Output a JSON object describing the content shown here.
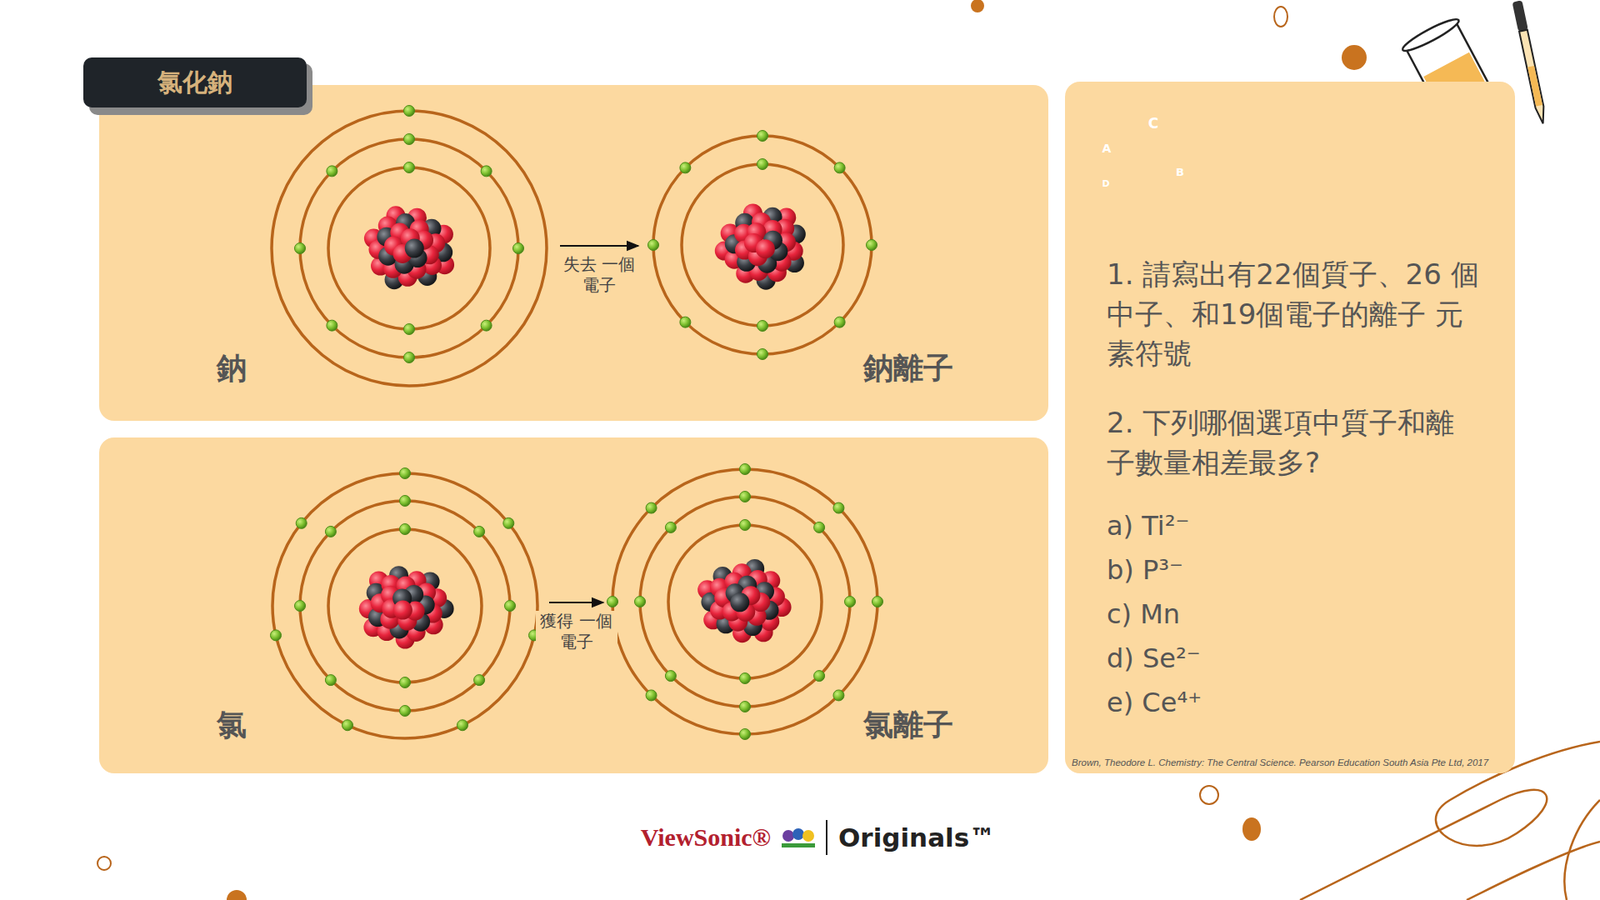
{
  "diagram": {
    "nodes": [
      {
        "text": [
          "氯化鈉"
        ]
      },
      {
        "text": [
          "鈉"
        ]
      },
      {
        "text": [
          "鈉離子"
        ]
      },
      {
        "text": [
          "氯"
        ]
      },
      {
        "text": [
          "氯離子"
        ]
      },
      {
        "text": [
          "1. 請寫出有22個質子、26 個中子、和19個電子的離子 元素符號",
          "2. 下列哪個選項中質子和離 子數量相差最多?",
          "a) Ti²⁻",
          "b) P³⁻",
          "c) Mn",
          "d) Se²⁻",
          "e) Ce⁴⁺"
        ]
      }
    ],
    "edges": [
      {
        "from": 1,
        "to": 2,
        "arrow": "to",
        "label": "失去 一個電子"
      },
      {
        "from": 3,
        "to": 4,
        "arrow": "to",
        "label": "獲得 一個電子"
      }
    ],
    "labels": [
      "C",
      "A",
      "B",
      "D",
      "Brown, Theodore L. Chemistry: The Central Science. Pearson Education South Asia Pte Ltd, 2017",
      "ViewSonic®",
      "Originals™"
    ]
  }
}
